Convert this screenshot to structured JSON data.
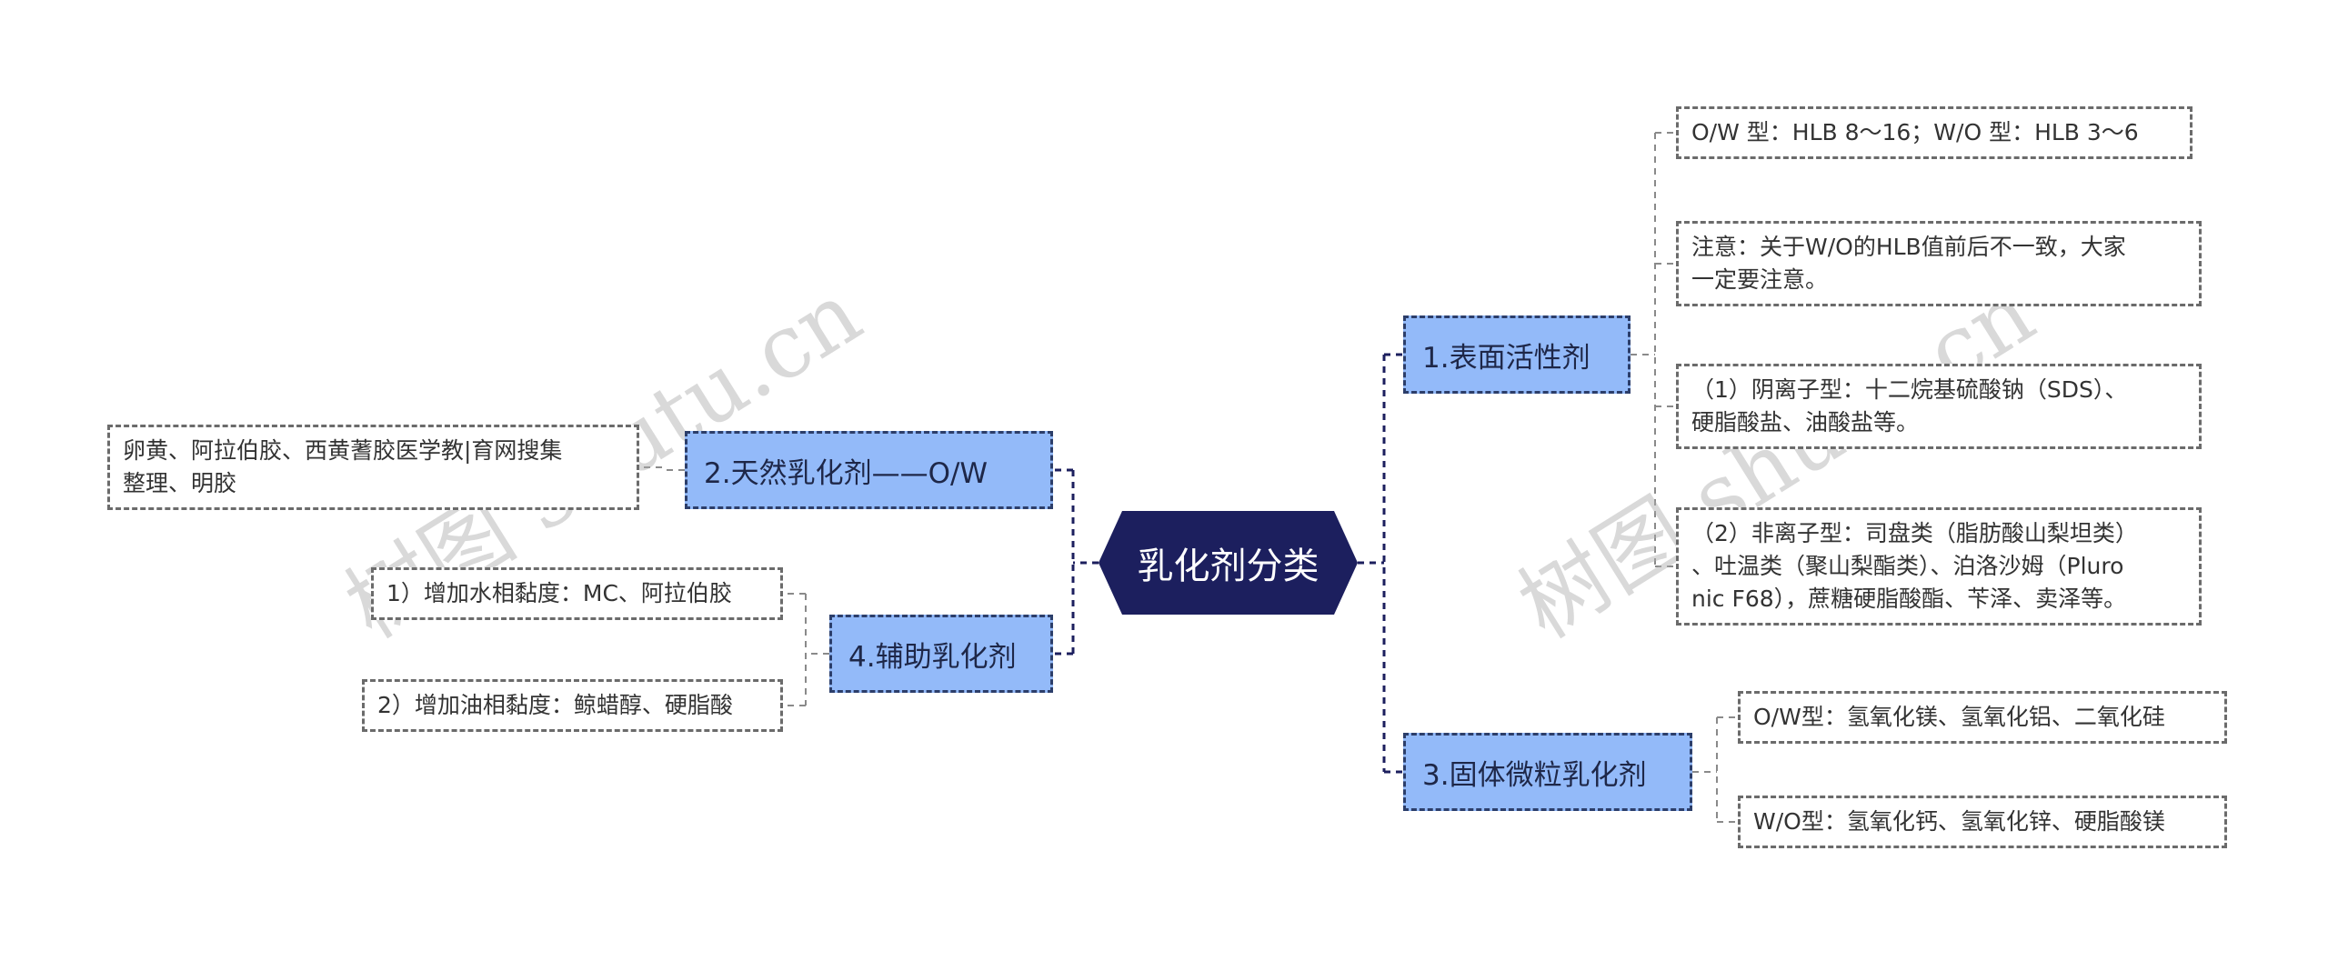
{
  "root": "乳化剂分类",
  "branches": [
    {
      "label": "1.表面活性剂",
      "leaves": [
        [
          "O/W 型：HLB 8～16；W/O 型：HLB 3～6"
        ],
        [
          "注意：关于W/O的HLB值前后不一致，大家",
          "一定要注意。"
        ],
        [
          "（1）阴离子型：十二烷基硫酸钠（SDS）、",
          "硬脂酸盐、油酸盐等。"
        ],
        [
          "（2）非离子型：司盘类（脂肪酸山梨坦类）",
          "、吐温类（聚山梨酯类）、泊洛沙姆（Pluro",
          "nic F68），蔗糖硬脂酸酯、苄泽、卖泽等。"
        ]
      ]
    },
    {
      "label": "3.固体微粒乳化剂",
      "leaves": [
        [
          "O/W型：氢氧化镁、氢氧化铝、二氧化硅"
        ],
        [
          "W/O型：氢氧化钙、氢氧化锌、硬脂酸镁"
        ]
      ]
    },
    {
      "label": "2.天然乳化剂——O/W",
      "leaves": [
        [
          "卵黄、阿拉伯胶、西黄蓍胶医学教|育网搜集",
          "整理、明胶"
        ]
      ]
    },
    {
      "label": "4.辅助乳化剂",
      "leaves": [
        [
          "1）增加水相黏度：MC、阿拉伯胶"
        ],
        [
          "2）增加油相黏度：鲸蜡醇、硬脂酸"
        ]
      ]
    }
  ],
  "watermark": "树图 shutu.cn",
  "colors": {
    "root_fill": "#1c1f5e",
    "branch_fill": "#93baf9",
    "connector": "#1c1f5e",
    "leaf_connector": "#8a8a8a"
  }
}
